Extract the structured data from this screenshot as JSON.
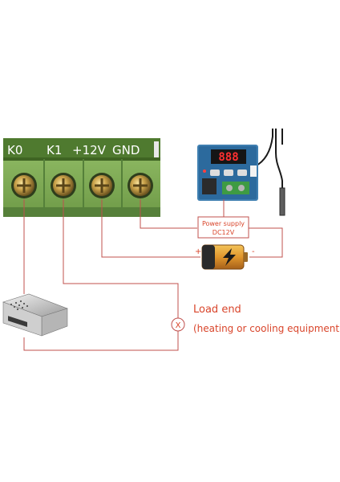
{
  "terminals": {
    "k0": "K0",
    "k1": "K1",
    "v12": "+12V",
    "gnd": "GND"
  },
  "thermostat": {
    "display": "888"
  },
  "power_supply": {
    "line1": "Power supply",
    "line2": "DC12V"
  },
  "battery": {
    "plus": "+",
    "minus": "-"
  },
  "load": {
    "symbol": "X",
    "title": "Load end",
    "subtitle": "(heating or cooling equipment)"
  },
  "colors": {
    "wire": "#c0504d",
    "board_green": "#8db563",
    "label_red": "#d9452b",
    "display_red": "#ff3030"
  }
}
